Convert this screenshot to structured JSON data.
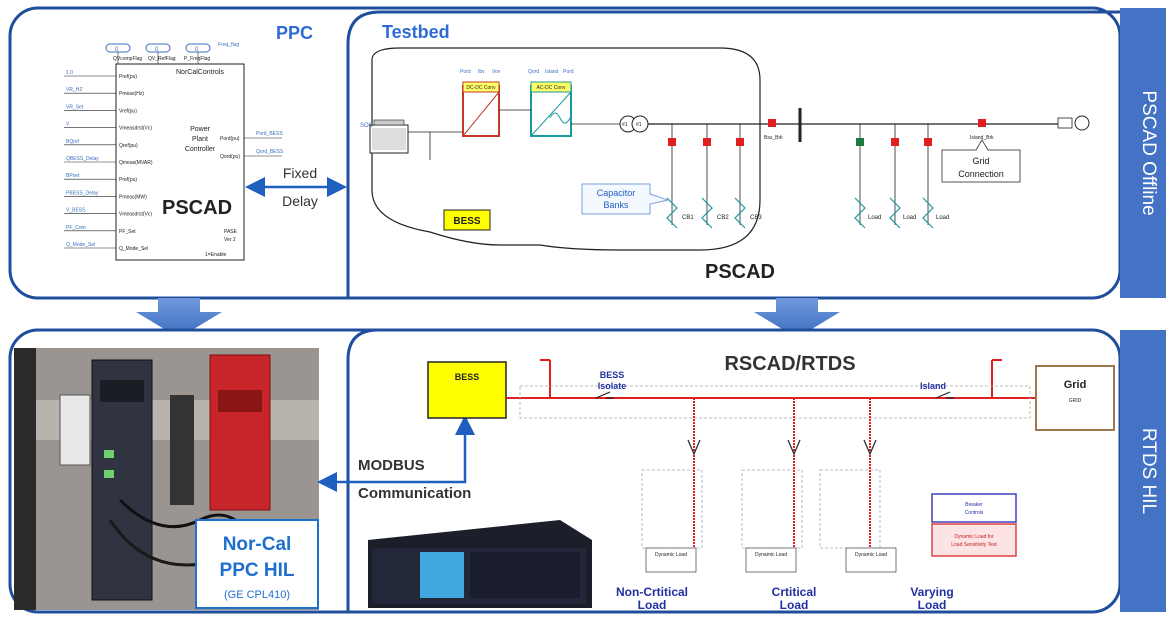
{
  "panels": {
    "offline_side": "PSCAD Offline",
    "hil_side": "RTDS HIL"
  },
  "ppc": {
    "title": "PPC",
    "block_title": "NorCalControls",
    "inner_label_1": "Power",
    "inner_label_2": "Plant",
    "inner_label_3": "Controller",
    "tool": "PSCAD",
    "top_inputs": [
      "0",
      "0",
      "0"
    ],
    "top_labels": [
      "QVcompFlag",
      "QV_RefFlag",
      "P_FreqFlag"
    ],
    "top_right": "Freq_flag",
    "left_ports": [
      "Pref(pu)",
      "Pmeas(Hz)",
      "Vref(pu)",
      "Vmeasdrst(Vc)",
      "Qref(pu)",
      "Qmeas(MVAR)",
      "Pref(pu)",
      "Pmeas(MW)",
      "Vmeasdrst(Vc)",
      "PF_Set",
      "Q_Mode_Sel"
    ],
    "left_signals": [
      "1.0",
      "VR_HZ",
      "VR_Set",
      "V",
      "BQref",
      "QBESS_Delay",
      "BPset",
      "PBESS_Delay",
      "V_BESS",
      "PF_Com",
      "Q_Mode_Sel"
    ],
    "right_ports": [
      "Pord(pu)",
      "Qord(pu)"
    ],
    "right_signals": [
      "Pord_BESS",
      "Qord_BESS"
    ],
    "bottom_right_1": "PASE",
    "bottom_right_2": "Ver 2",
    "bottom_right_3": "1=Enable"
  },
  "fixed_delay": {
    "line1": "Fixed",
    "line2": "Delay"
  },
  "testbed": {
    "title": "Testbed",
    "tool": "PSCAD",
    "soc": "SOC",
    "dcdc": "DC-DC Conv",
    "acdc": "AC-DC Conv",
    "dc_tops": [
      "Pord",
      "Ibv",
      "Vov"
    ],
    "ac_tops": [
      "Qord",
      "Island",
      "Pord"
    ],
    "bess": "BESS",
    "cap_banks_1": "Capacitor",
    "cap_banks_2": "Banks",
    "grid_conn_1": "Grid",
    "grid_conn_2": "Connection",
    "breakers": [
      "Bss_Brk",
      "Island_Brk"
    ],
    "caps": [
      "CB1",
      "CB2",
      "CB3"
    ],
    "loads": [
      "Load",
      "Load",
      "Load"
    ],
    "xfmr": [
      "#1",
      "#1"
    ]
  },
  "hil": {
    "device_1": "Nor-Cal",
    "device_2": "PPC HIL",
    "device_3": "(GE CPL410)",
    "modbus_1": "MODBUS",
    "modbus_2": "Communication",
    "rscad": "RSCAD/RTDS",
    "bess": "BESS",
    "bess_isolate_1": "BESS",
    "bess_isolate_2": "Isolate",
    "island": "Island",
    "grid": "Grid",
    "grid_sub": "GRID",
    "noncrit_1": "Non-Crtitical",
    "noncrit_2": "Load",
    "crit_1": "Crtitical",
    "crit_2": "Load",
    "vary_1": "Varying",
    "vary_2": "Load",
    "dyn_load": [
      "Dynamic Load",
      "Dynamic Load",
      "Dynamic Load"
    ],
    "legend_1": "Breaker",
    "legend_2": "Controls",
    "legend_3": "Dynamic Load for",
    "legend_4": "Load Sensitivity Test"
  },
  "colors": {
    "panel_border": "#1f4e9c",
    "side_bar": "#4472c4",
    "title_blue": "#2e6bd6",
    "arrow": "#4a7fd0",
    "bess_yellow": "#ffff00",
    "bus_red": "#e02020",
    "device_text": "#1f6fcf"
  }
}
